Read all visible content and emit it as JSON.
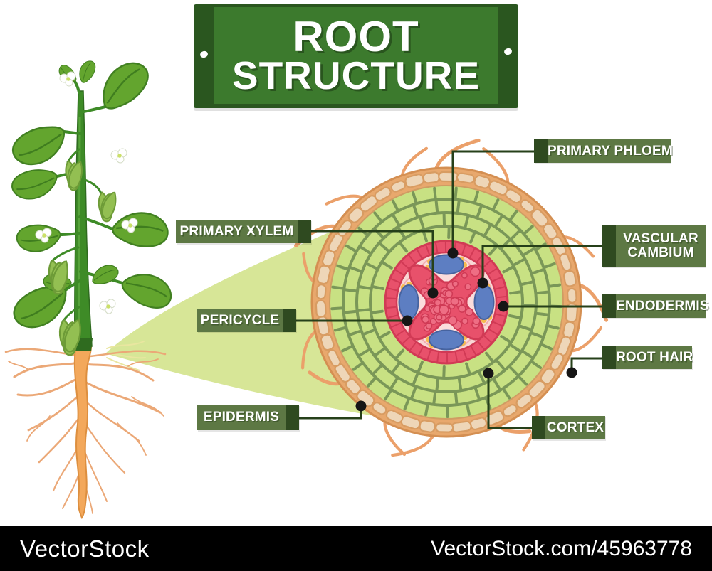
{
  "title": {
    "line1": "ROOT",
    "line2": "STRUCTURE"
  },
  "labels": {
    "primary_phloem": "PRIMARY PHLOEM",
    "primary_xylem": "PRIMARY XYLEM",
    "vascular_cambium_1": "VASCULAR",
    "vascular_cambium_2": "CAMBIUM",
    "pericycle": "PERICYCLE",
    "endodermis": "ENDODERMIS",
    "root_hair": "ROOT HAIR",
    "epidermis": "EPIDERMIS",
    "cortex": "CORTEX"
  },
  "watermark": {
    "logo": "VectorStock",
    "url": "VectorStock.com/45963778"
  },
  "colors": {
    "sign_face_green": "#3c7a2d",
    "sign_frame_green": "#2a561f",
    "label_box_green": "#5d7844",
    "label_tab_green": "#2f4a20",
    "leader_line_green": "#26401a",
    "magnifier_cone": "#d7e697",
    "epidermis_tan": "#e8a86d",
    "cortex_green": "#c8e183",
    "stele_red": "#e8516b",
    "phloem_blue": "#5d7ec2",
    "cambium_yellow": "#f6ba50",
    "root_orange": "#f3a85b",
    "watermark_bg": "#000000"
  }
}
